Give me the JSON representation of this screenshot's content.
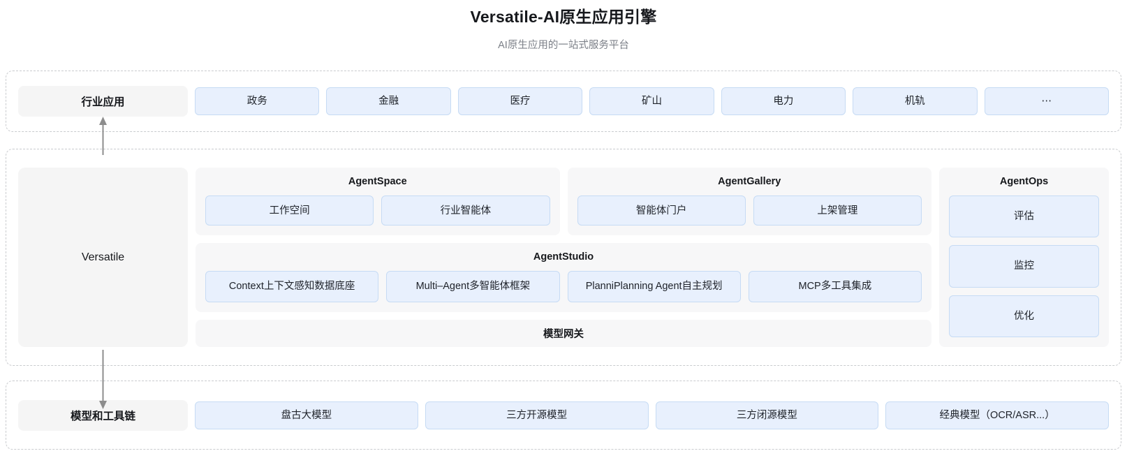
{
  "header": {
    "title": "Versatile-AI原生应用引擎",
    "subtitle": "AI原生应用的一站式服务平台"
  },
  "colors": {
    "chip_fill": "#e8f0fd",
    "chip_border": "#c6dbf4",
    "panel_gray": "#f5f5f5",
    "group_gray": "#f7f7f8",
    "dashed_border": "#c9cbce",
    "arrow": "#8d8d8d"
  },
  "industry": {
    "label": "行业应用",
    "items": [
      {
        "label": "政务"
      },
      {
        "label": "金融"
      },
      {
        "label": "医疗"
      },
      {
        "label": "矿山"
      },
      {
        "label": "电力"
      },
      {
        "label": "机轨"
      },
      {
        "label": "⋯"
      }
    ]
  },
  "platform": {
    "side_label": "Versatile",
    "agentspace": {
      "title": "AgentSpace",
      "items": [
        {
          "label": "工作空间"
        },
        {
          "label": "行业智能体"
        }
      ]
    },
    "agentgallery": {
      "title": "AgentGallery",
      "items": [
        {
          "label": "智能体门户"
        },
        {
          "label": "上架管理"
        }
      ]
    },
    "agentops": {
      "title": "AgentOps",
      "items": [
        {
          "label": "评估"
        },
        {
          "label": "监控"
        },
        {
          "label": "优化"
        }
      ]
    },
    "agentstudio": {
      "title": "AgentStudio",
      "items": [
        {
          "label": "Context上下文感知数据底座"
        },
        {
          "label": "Multi–Agent多智能体框架"
        },
        {
          "label": "PlanniPlanning Agent自主规划"
        },
        {
          "label": "MCP多工具集成"
        }
      ]
    },
    "gateway": {
      "label": "模型网关"
    }
  },
  "models": {
    "label": "模型和工具链",
    "items": [
      {
        "label": "盘古大模型"
      },
      {
        "label": "三方开源模型"
      },
      {
        "label": "三方闭源模型"
      },
      {
        "label": "经典模型（OCR/ASR...）"
      }
    ]
  }
}
